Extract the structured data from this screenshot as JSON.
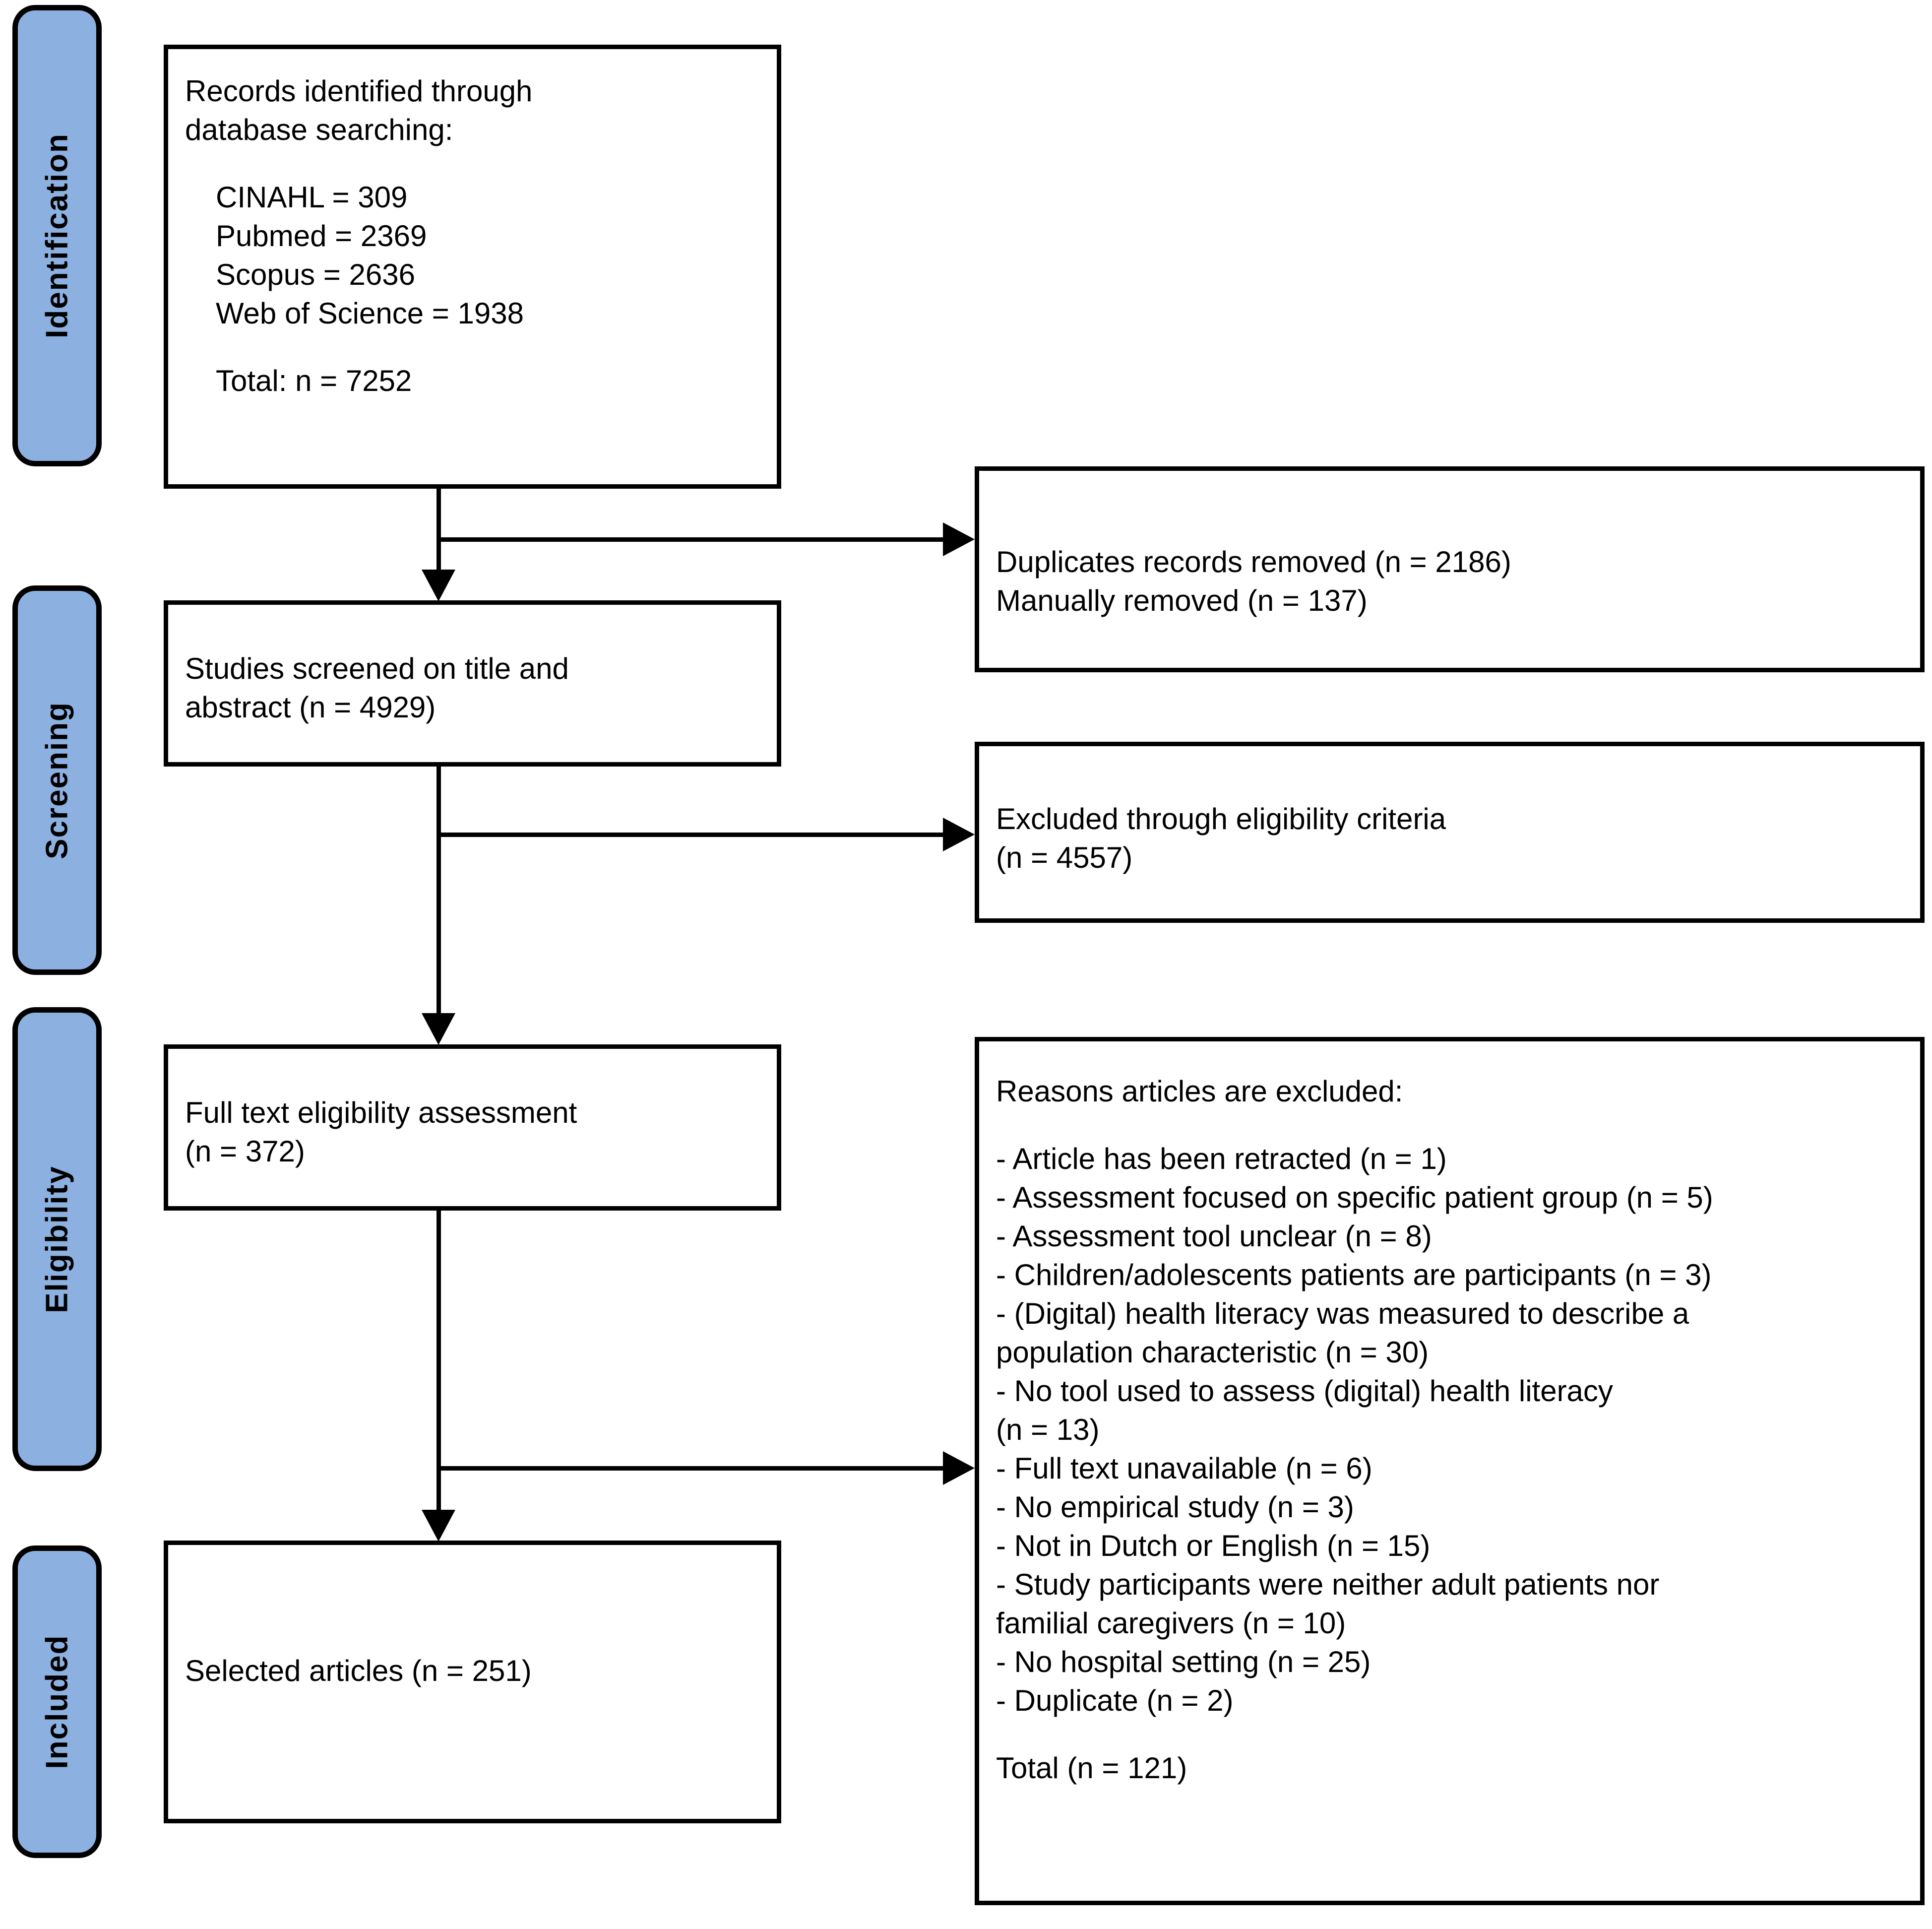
{
  "diagram": {
    "title": "PRISMA study selection flow diagram",
    "accent_color": "#8cb0e0",
    "line_color": "#000000",
    "background_color": "#ffffff"
  },
  "stages": [
    {
      "id": "identification",
      "label": "Identification"
    },
    {
      "id": "screening",
      "label": "Screening"
    },
    {
      "id": "eligibility",
      "label": "Eligibility"
    },
    {
      "id": "included",
      "label": "Included"
    }
  ],
  "boxes": {
    "identification": {
      "heading_line1": "Records identified through",
      "heading_line2": "database searching:",
      "sources": [
        "CINAHL = 309",
        "Pubmed = 2369",
        "Scopus = 2636",
        "Web of Science = 1938"
      ],
      "total": "Total: n = 7252"
    },
    "duplicates_removed": {
      "line1": "Duplicates records removed (n = 2186)",
      "line2": "Manually removed (n = 137)"
    },
    "screened": {
      "line1": "Studies screened on title and",
      "line2": "abstract (n = 4929)"
    },
    "excluded_eligibility": {
      "line1": "Excluded through eligibility criteria",
      "line2": "(n = 4557)"
    },
    "full_text": {
      "line1": "Full text eligibility assessment",
      "line2": "(n = 372)"
    },
    "reasons_excluded": {
      "heading": "Reasons articles are excluded:",
      "items": [
        "- Article has been retracted (n = 1)",
        "- Assessment focused on specific patient group (n = 5)",
        "- Assessment tool unclear (n = 8)",
        "- Children/adolescents patients are participants (n = 3)",
        "- (Digital) health literacy was measured to describe a",
        "population characteristic (n = 30)",
        "- No tool used to assess (digital) health literacy",
        "(n = 13)",
        "- Full text unavailable (n = 6)",
        "- No empirical study (n = 3)",
        "- Not in Dutch or English (n = 15)",
        "- Study participants were neither adult patients nor",
        "familial caregivers (n = 10)",
        "- No hospital setting (n = 25)",
        "- Duplicate (n = 2)"
      ],
      "total": "Total (n = 121)"
    },
    "selected": {
      "line1": "Selected articles (n = 251)"
    }
  },
  "counts": {
    "cinahl": 309,
    "pubmed": 2369,
    "scopus": 2636,
    "web_of_science": 1938,
    "identified_total": 7252,
    "duplicates_removed": 2186,
    "manually_removed": 137,
    "screened": 4929,
    "excluded_eligibility_criteria": 4557,
    "full_text_assessed": 372,
    "full_text_excluded_total": 121,
    "selected_articles": 251
  }
}
